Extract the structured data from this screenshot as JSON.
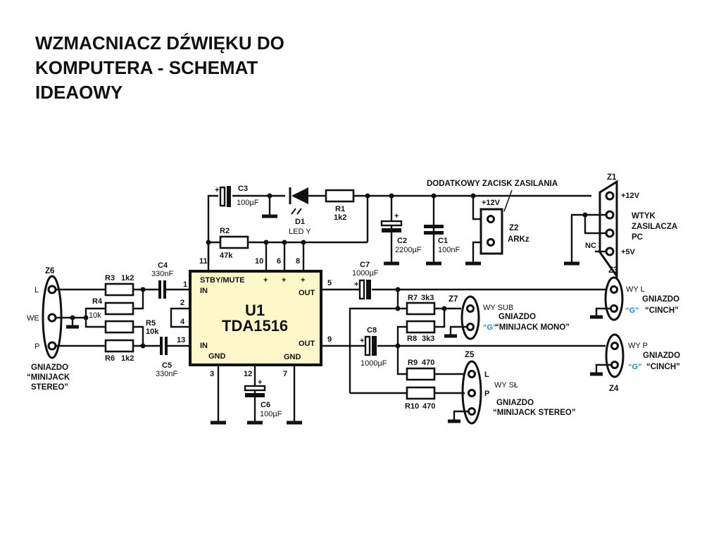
{
  "title": {
    "lines": [
      "WZMACNIACZ DŹWIĘKU DO",
      "KOMPUTERA - SCHEMAT",
      "IDEAOWY"
    ]
  },
  "ic": {
    "ref": "U1",
    "part": "TDA1516",
    "pin_labels": {
      "stby_mute": "STBY/MUTE",
      "in_top": "IN",
      "in_bottom": "IN",
      "out_top": "OUT",
      "out_bottom": "OUT",
      "gnd_left": "GND",
      "gnd_right": "GND",
      "plus": "+"
    },
    "pins": [
      "11",
      "10",
      "6",
      "8",
      "1",
      "2",
      "4",
      "13",
      "5",
      "9",
      "3",
      "12",
      "7"
    ]
  },
  "components": {
    "C3": {
      "ref": "C3",
      "value": "100µF"
    },
    "D1": {
      "ref": "D1",
      "value": "LED Y"
    },
    "R1": {
      "ref": "R1",
      "value": "1k2"
    },
    "R2": {
      "ref": "R2",
      "value": "47k"
    },
    "C2": {
      "ref": "C2",
      "value": "2200µF"
    },
    "C1": {
      "ref": "C1",
      "value": "100nF"
    },
    "Z2": {
      "ref": "Z2",
      "value": "ARKz",
      "voltage": "+12V"
    },
    "C4": {
      "ref": "C4",
      "value": "330nF"
    },
    "C5": {
      "ref": "C5",
      "value": "330nF"
    },
    "R3": {
      "ref": "R3",
      "value": "1k2"
    },
    "R4": {
      "ref": "R4",
      "value": "10k"
    },
    "R5": {
      "ref": "R5",
      "value": "10k"
    },
    "R6": {
      "ref": "R6",
      "value": "1k2"
    },
    "C6": {
      "ref": "C6",
      "value": "100µF"
    },
    "C7": {
      "ref": "C7",
      "value": "1000µF"
    },
    "C8": {
      "ref": "C8",
      "value": "1000µF"
    },
    "R7": {
      "ref": "R7",
      "value": "3k3"
    },
    "R8": {
      "ref": "R8",
      "value": "3k3"
    },
    "R9": {
      "ref": "R9",
      "value": "470"
    },
    "R10": {
      "ref": "R10",
      "value": "470"
    }
  },
  "connectors": {
    "Z1": {
      "ref": "Z1",
      "plus12": "+12V",
      "plus5": "+5V",
      "nc": "NC",
      "desc": [
        "WTYK",
        "ZASILACZA",
        "PC"
      ]
    },
    "Z6": {
      "ref": "Z6",
      "pins": [
        "L",
        "WE",
        "P"
      ],
      "desc": [
        "GNIAZDO",
        "“MINIJACK",
        "STEREO”"
      ]
    },
    "Z3": {
      "ref": "Z3",
      "out": "WY L",
      "desc": [
        "GNIAZDO",
        "“CINCH”"
      ],
      "g": "“G”"
    },
    "Z4": {
      "ref": "Z4",
      "out": "WY P",
      "desc": [
        "GNIAZDO",
        "“CINCH”"
      ],
      "g": "“G”"
    },
    "Z7": {
      "ref": "Z7",
      "out": "WY SUB",
      "desc": [
        "GNIAZDO",
        "“MINIJACK MONO”"
      ],
      "g": "“G”"
    },
    "Z5": {
      "ref": "Z5",
      "pins": [
        "L",
        "P"
      ],
      "out": "WY SŁ",
      "desc": [
        "GNIAZDO",
        "“MINIJACK STEREO”"
      ]
    }
  },
  "annotations": {
    "extra_power": "DODATKOWY ZACISK  ZASILANIA"
  },
  "colors": {
    "chip_fill": "#fdf7c9",
    "ground_label": "#1a8ccc",
    "ink": "#111111"
  }
}
